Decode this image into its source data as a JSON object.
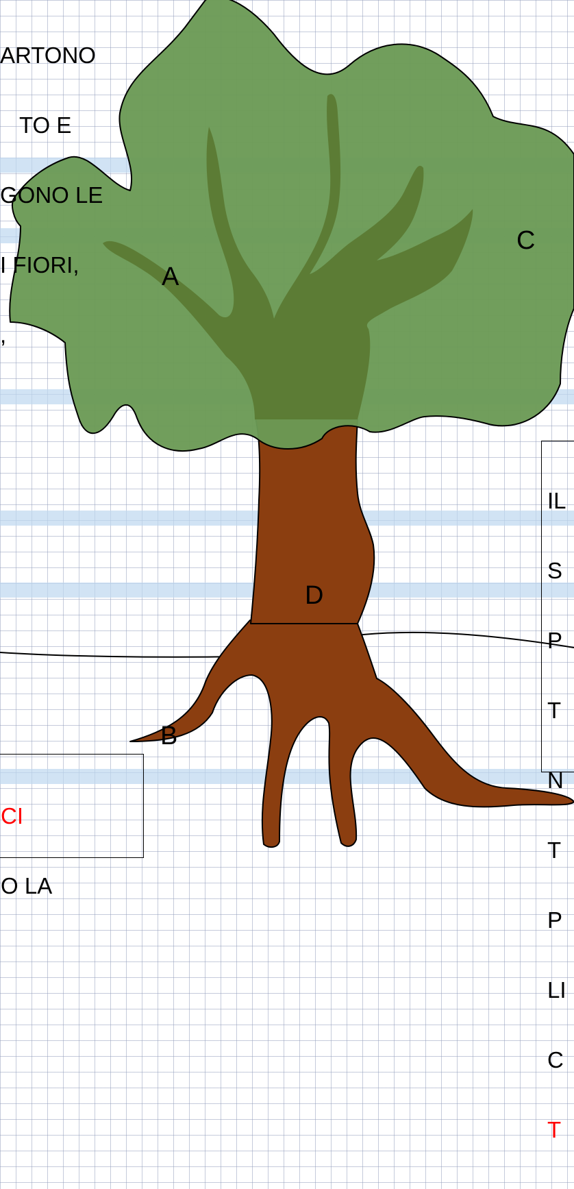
{
  "top_left_text": [
    "ARTONO",
    "TO E",
    "GONO LE",
    "I FIORI,",
    ","
  ],
  "labels": {
    "a": "A",
    "b": "B",
    "c": "C",
    "d": "D"
  },
  "right_box_lines": [
    "IL",
    "S",
    "P",
    "T",
    "N",
    "T",
    "P",
    "LI",
    "C",
    "T"
  ],
  "bottom_box_lines": [
    "CI",
    "O LA"
  ],
  "colors": {
    "foliage": "#6b9a55",
    "branches": "#5a7a32",
    "trunk": "#8b3e10",
    "highlight_text": "#ff0000"
  }
}
